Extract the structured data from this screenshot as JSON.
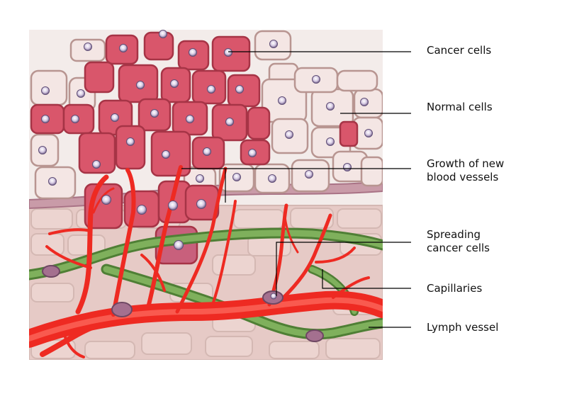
{
  "labels": {
    "cancer_cells": "Cancer cells",
    "normal_cells": "Normal cells",
    "growth_vessels": "Growth of new\nblood vessels",
    "spreading_cells": "Spreading\ncancer cells",
    "capillaries": "Capillaries",
    "lymph_vessel": "Lymph vessel"
  },
  "colors": {
    "cancer_cell": "#d9566b",
    "normal_cell": "#f3e4e2",
    "tissue": "#ead2ce",
    "blood_vessel": "#ee2a22",
    "lymph": "#6c9f4f",
    "leader_line": "#000000"
  }
}
